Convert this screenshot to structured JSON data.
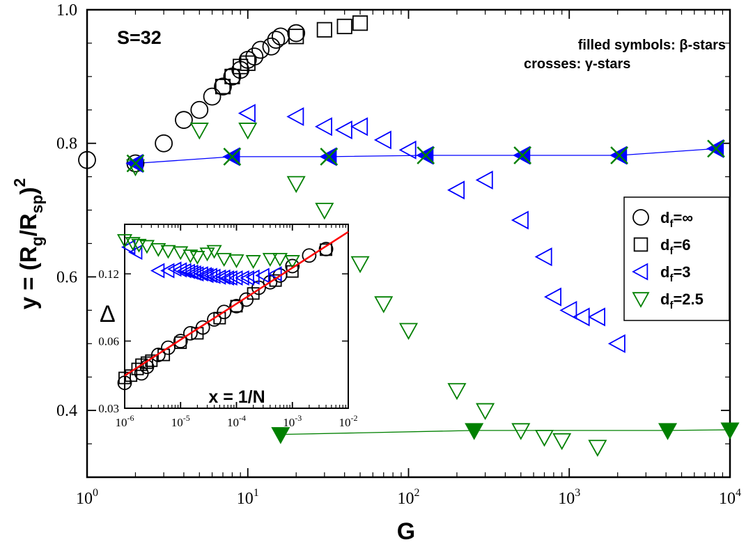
{
  "chart_data": [
    {
      "id": "main",
      "type": "scatter",
      "xscale": "log",
      "xlim": [
        1,
        10000
      ],
      "ylim": [
        0.3,
        1.0
      ],
      "xlabel": "G",
      "ylabel_parts": {
        "base": "y = (R",
        "sub1": "g",
        "mid": "/R",
        "sub2": "sp",
        "close": ")",
        "sup": "2"
      },
      "x_ticks": [
        {
          "base": "10",
          "exp": "0",
          "v": 1
        },
        {
          "base": "10",
          "exp": "1",
          "v": 10
        },
        {
          "base": "10",
          "exp": "2",
          "v": 100
        },
        {
          "base": "10",
          "exp": "3",
          "v": 1000
        },
        {
          "base": "10",
          "exp": "4",
          "v": 10000
        }
      ],
      "y_ticks": [
        {
          "label": "0.4",
          "v": 0.4
        },
        {
          "label": "0.6",
          "v": 0.6
        },
        {
          "label": "0.8",
          "v": 0.8
        },
        {
          "label": "1.0",
          "v": 1.0
        }
      ],
      "annotation_s": "S=32",
      "note_lines": [
        "filled symbols: β-stars",
        "crosses: γ-stars"
      ],
      "legend": {
        "placement": "right",
        "entries": [
          {
            "marker": "circle",
            "color": "#000000",
            "base": "d",
            "sub": "f",
            "rest": "=∞"
          },
          {
            "marker": "square",
            "color": "#000000",
            "base": "d",
            "sub": "f",
            "rest": "=6"
          },
          {
            "marker": "triangle-left",
            "color": "#0000ff",
            "base": "d",
            "sub": "f",
            "rest": "=3"
          },
          {
            "marker": "triangle-down",
            "color": "#008000",
            "base": "d",
            "sub": "f",
            "rest": "=2.5"
          }
        ]
      },
      "series": [
        {
          "marker": "circle",
          "color": "#000000",
          "filled": false,
          "points": [
            [
              1,
              0.775
            ],
            [
              2,
              0.77
            ],
            [
              3,
              0.8
            ],
            [
              4,
              0.835
            ],
            [
              5,
              0.85
            ],
            [
              6,
              0.87
            ],
            [
              7,
              0.885
            ],
            [
              8,
              0.9
            ],
            [
              9,
              0.91
            ],
            [
              10,
              0.925
            ],
            [
              11,
              0.93
            ],
            [
              12,
              0.94
            ],
            [
              14,
              0.945
            ],
            [
              15,
              0.955
            ],
            [
              16,
              0.96
            ],
            [
              20,
              0.965
            ]
          ]
        },
        {
          "marker": "square",
          "color": "#000000",
          "filled": false,
          "points": [
            [
              7,
              0.885
            ],
            [
              8,
              0.9
            ],
            [
              9,
              0.915
            ],
            [
              10,
              0.92
            ],
            [
              20,
              0.96
            ],
            [
              30,
              0.97
            ],
            [
              40,
              0.975
            ],
            [
              50,
              0.98
            ]
          ]
        },
        {
          "marker": "triangle-left",
          "color": "#0000ff",
          "filled": false,
          "points": [
            [
              2,
              0.77
            ],
            [
              10,
              0.845
            ],
            [
              20,
              0.84
            ],
            [
              30,
              0.825
            ],
            [
              40,
              0.82
            ],
            [
              50,
              0.825
            ],
            [
              70,
              0.805
            ],
            [
              100,
              0.79
            ],
            [
              200,
              0.73
            ],
            [
              300,
              0.745
            ],
            [
              500,
              0.685
            ],
            [
              700,
              0.63
            ],
            [
              800,
              0.57
            ],
            [
              1000,
              0.55
            ],
            [
              1200,
              0.54
            ],
            [
              1500,
              0.54
            ],
            [
              2000,
              0.5
            ]
          ]
        },
        {
          "marker": "triangle-down",
          "color": "#008000",
          "filled": false,
          "points": [
            [
              2,
              0.765
            ],
            [
              5,
              0.82
            ],
            [
              10,
              0.82
            ],
            [
              20,
              0.74
            ],
            [
              30,
              0.7
            ],
            [
              50,
              0.62
            ],
            [
              70,
              0.56
            ],
            [
              100,
              0.52
            ],
            [
              200,
              0.43
            ],
            [
              300,
              0.4
            ],
            [
              500,
              0.37
            ],
            [
              700,
              0.36
            ],
            [
              900,
              0.355
            ],
            [
              1500,
              0.345
            ]
          ]
        },
        {
          "marker": "triangle-left",
          "color": "#0000ff",
          "filled": true,
          "line": true,
          "points": [
            [
              2,
              0.77
            ],
            [
              8,
              0.78
            ],
            [
              32,
              0.78
            ],
            [
              128,
              0.782
            ],
            [
              512,
              0.782
            ],
            [
              2048,
              0.782
            ],
            [
              8192,
              0.792
            ]
          ]
        },
        {
          "marker": "cross",
          "color": "#008000",
          "filled": false,
          "points": [
            [
              2,
              0.77
            ],
            [
              8,
              0.78
            ],
            [
              32,
              0.78
            ],
            [
              128,
              0.782
            ],
            [
              512,
              0.782
            ],
            [
              2048,
              0.782
            ],
            [
              8192,
              0.792
            ]
          ]
        },
        {
          "marker": "triangle-down",
          "color": "#008000",
          "filled": true,
          "line": true,
          "points": [
            [
              16,
              0.364
            ],
            [
              256,
              0.37
            ],
            [
              4096,
              0.37
            ],
            [
              10000,
              0.371
            ]
          ]
        }
      ]
    },
    {
      "id": "inset",
      "type": "scatter",
      "xscale": "log",
      "yscale": "log",
      "xlim": [
        1e-06,
        0.01
      ],
      "ylim": [
        0.03,
        0.2
      ],
      "xlabel": "x = 1/N",
      "ylabel": "Δ",
      "x_ticks": [
        {
          "base": "10",
          "exp": "-6",
          "v": 1e-06
        },
        {
          "base": "10",
          "exp": "-5",
          "v": 1e-05
        },
        {
          "base": "10",
          "exp": "-4",
          "v": 0.0001
        },
        {
          "base": "10",
          "exp": "-3",
          "v": 0.001
        },
        {
          "base": "10",
          "exp": "-2",
          "v": 0.01
        }
      ],
      "y_ticks": [
        {
          "label": "0.03",
          "v": 0.03
        },
        {
          "label": "0.06",
          "v": 0.06
        },
        {
          "label": "0.12",
          "v": 0.12
        }
      ],
      "fit_line": {
        "color": "#ff0000",
        "points": [
          [
            1e-06,
            0.042
          ],
          [
            0.01,
            0.185
          ]
        ]
      },
      "series": [
        {
          "marker": "circle",
          "color": "#000000",
          "filled": false,
          "points": [
            [
              1e-06,
              0.039
            ],
            [
              2e-06,
              0.043
            ],
            [
              2.5e-06,
              0.046
            ],
            [
              4e-06,
              0.052
            ],
            [
              6e-06,
              0.056
            ],
            [
              1e-05,
              0.06
            ],
            [
              1.5e-05,
              0.065
            ],
            [
              2.5e-05,
              0.069
            ],
            [
              4e-05,
              0.075
            ],
            [
              6e-05,
              0.081
            ],
            [
              0.0001,
              0.086
            ],
            [
              0.00015,
              0.092
            ],
            [
              0.00025,
              0.104
            ],
            [
              0.0004,
              0.11
            ],
            [
              0.0006,
              0.118
            ],
            [
              0.001,
              0.13
            ],
            [
              0.002,
              0.145
            ],
            [
              0.004,
              0.155
            ]
          ]
        },
        {
          "marker": "square",
          "color": "#000000",
          "filled": false,
          "points": [
            [
              1e-06,
              0.041
            ],
            [
              1.3e-06,
              0.042
            ],
            [
              1.7e-06,
              0.045
            ],
            [
              2e-06,
              0.047
            ],
            [
              2.5e-06,
              0.048
            ],
            [
              3e-06,
              0.049
            ],
            [
              5e-06,
              0.052
            ],
            [
              1e-05,
              0.059
            ],
            [
              2e-05,
              0.065
            ],
            [
              5e-05,
              0.076
            ],
            [
              0.0001,
              0.086
            ],
            [
              0.0002,
              0.098
            ],
            [
              0.0005,
              0.112
            ],
            [
              0.001,
              0.123
            ],
            [
              0.004,
              0.154
            ]
          ]
        },
        {
          "marker": "triangle-left",
          "color": "#0000ff",
          "filled": false,
          "points": [
            [
              1.2e-06,
              0.158
            ],
            [
              1.6e-06,
              0.15
            ],
            [
              4e-06,
              0.124
            ],
            [
              6e-06,
              0.124
            ],
            [
              8e-06,
              0.126
            ],
            [
              1e-05,
              0.125
            ],
            [
              1.2e-05,
              0.124
            ],
            [
              1.4e-05,
              0.123
            ],
            [
              1.6e-05,
              0.122
            ],
            [
              1.8e-05,
              0.121
            ],
            [
              2e-05,
              0.12
            ],
            [
              2.4e-05,
              0.12
            ],
            [
              2.8e-05,
              0.119
            ],
            [
              3e-05,
              0.118
            ],
            [
              3.5e-05,
              0.118
            ],
            [
              4e-05,
              0.117
            ],
            [
              5e-05,
              0.116
            ],
            [
              6e-05,
              0.116
            ],
            [
              7e-05,
              0.115
            ],
            [
              8e-05,
              0.115
            ],
            [
              0.0001,
              0.115
            ],
            [
              0.00013,
              0.115
            ],
            [
              0.00016,
              0.115
            ],
            [
              0.0002,
              0.116
            ],
            [
              0.0003,
              0.118
            ],
            [
              0.0005,
              0.12
            ]
          ]
        },
        {
          "marker": "triangle-down",
          "color": "#008000",
          "filled": false,
          "points": [
            [
              1e-06,
              0.17
            ],
            [
              1.4e-06,
              0.165
            ],
            [
              1.8e-06,
              0.162
            ],
            [
              2.5e-06,
              0.16
            ],
            [
              4e-06,
              0.155
            ],
            [
              6e-06,
              0.152
            ],
            [
              1e-05,
              0.15
            ],
            [
              1.5e-05,
              0.145
            ],
            [
              2e-05,
              0.143
            ],
            [
              3e-05,
              0.148
            ],
            [
              4e-05,
              0.152
            ],
            [
              6e-05,
              0.14
            ],
            [
              0.0001,
              0.138
            ],
            [
              0.0002,
              0.137
            ],
            [
              0.0004,
              0.14
            ],
            [
              0.0006,
              0.14
            ],
            [
              0.001,
              0.137
            ]
          ]
        }
      ]
    }
  ]
}
